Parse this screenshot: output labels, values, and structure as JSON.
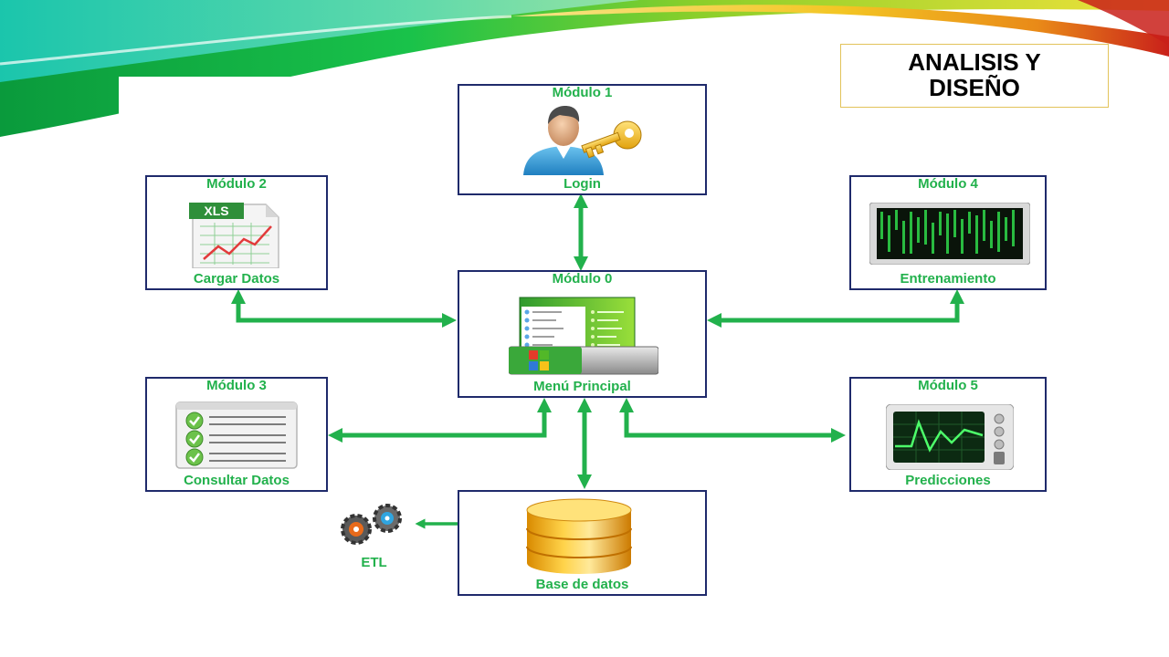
{
  "header": {
    "title_line1": "ANALISIS Y",
    "title_line2": "DISEÑO"
  },
  "colors": {
    "accent_green": "#22b14c",
    "box_border": "#1f2a6b",
    "title_border": "#e2c35a"
  },
  "modules": {
    "m1": {
      "number": "Módulo 1",
      "label": "Login",
      "icon": "user-key-icon"
    },
    "m2": {
      "number": "Módulo 2",
      "label": "Cargar Datos",
      "icon": "xls-chart-icon"
    },
    "m4": {
      "number": "Módulo 4",
      "label": "Entrenamiento",
      "icon": "matrix-screen-icon"
    },
    "m0": {
      "number": "Módulo 0",
      "label": "Menú Principal",
      "icon": "start-menu-icon"
    },
    "m3": {
      "number": "Módulo 3",
      "label": "Consultar Datos",
      "icon": "checklist-icon"
    },
    "m5": {
      "number": "Módulo 5",
      "label": "Predicciones",
      "icon": "monitor-graph-icon"
    },
    "db": {
      "label": "Base de datos",
      "icon": "database-icon"
    }
  },
  "etl": {
    "label": "ETL",
    "icon": "gears-icon"
  },
  "xls_text": "XLS"
}
